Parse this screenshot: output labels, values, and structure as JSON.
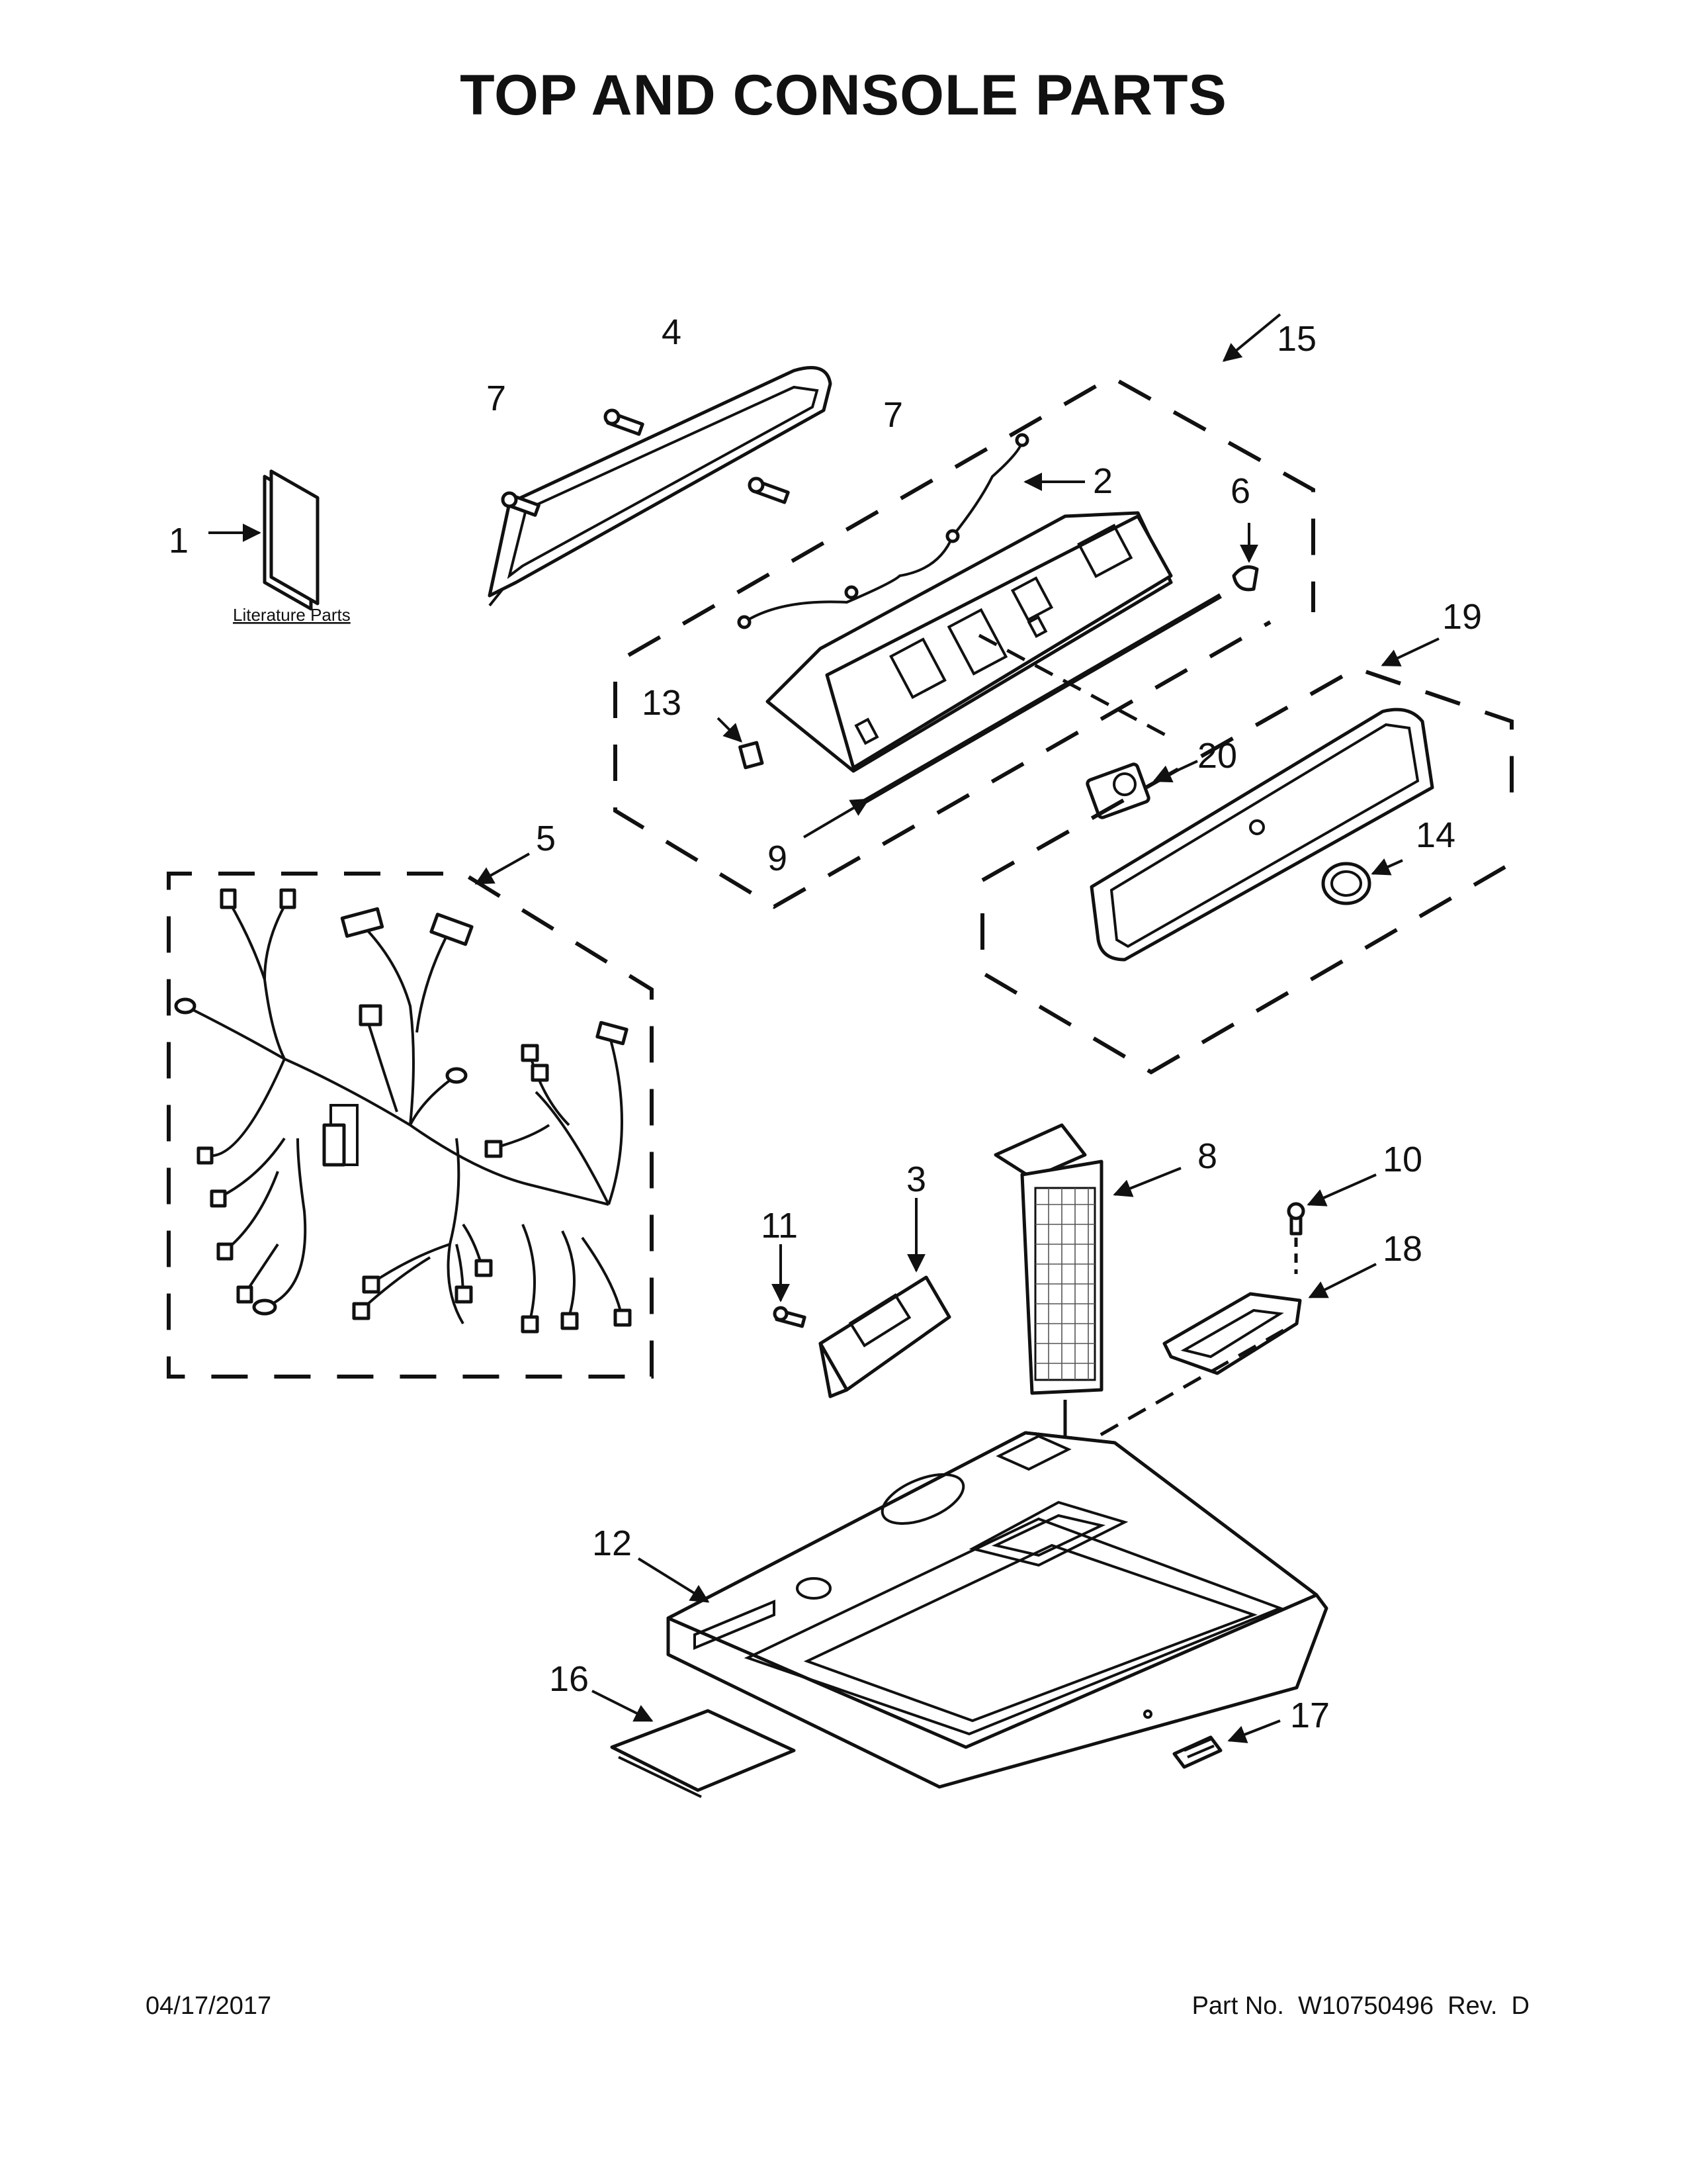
{
  "title": "TOP AND CONSOLE PARTS",
  "footer": {
    "date": "04/17/2017",
    "part_no": "Part No.  W10750496  Rev.  D"
  },
  "literature_label": "Literature Parts",
  "callouts": {
    "c1": "1",
    "c2": "2",
    "c3": "3",
    "c4": "4",
    "c5": "5",
    "c6": "6",
    "c7a": "7",
    "c7b": "7",
    "c8": "8",
    "c9": "9",
    "c10": "10",
    "c11": "11",
    "c12": "12",
    "c13": "13",
    "c14": "14",
    "c15": "15",
    "c16": "16",
    "c17": "17",
    "c18": "18",
    "c19": "19",
    "c20": "20"
  }
}
